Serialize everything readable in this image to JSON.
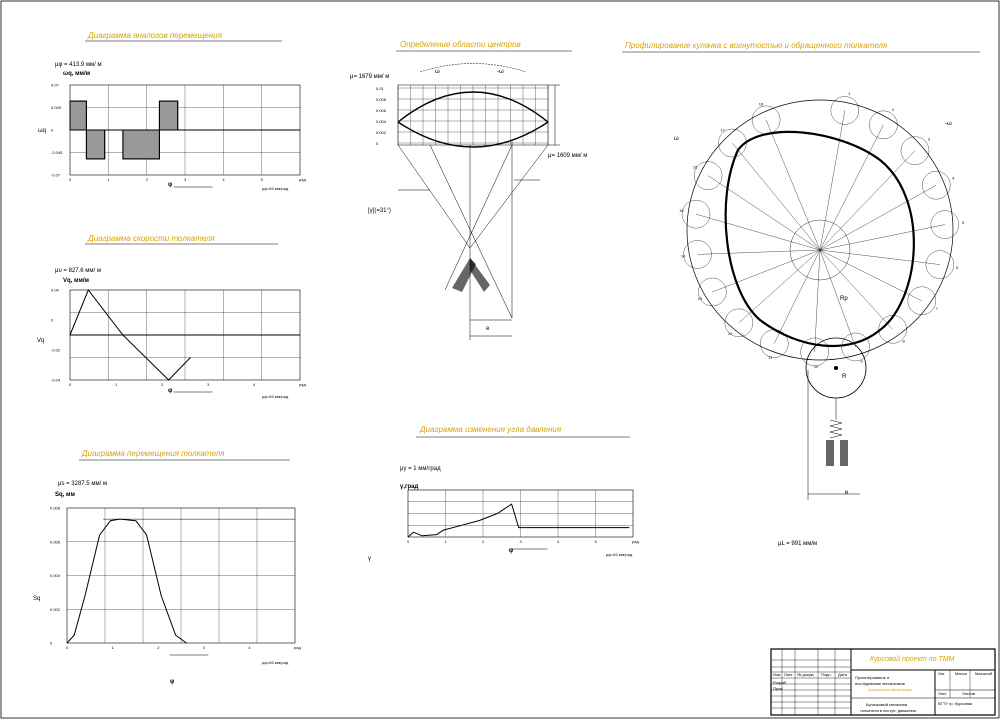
{
  "panels": {
    "analog": {
      "title": "Диаграмма аналогов перемещения",
      "mu": "μφ = 413.9  мм/ м",
      "unit": "ωq, мм/м",
      "yticks": [
        "0.07",
        "0.045",
        "0",
        "-0.045",
        "-0.07"
      ],
      "ylabel": "ωq",
      "xlabel": "φ",
      "xticks": [
        "0",
        "1",
        "2",
        "3",
        "4",
        "5",
        "рад"
      ],
      "muphi": "μφ=83 мм/рад"
    },
    "speed": {
      "title": "Диаграмма скорости толкателя",
      "mu": "μυ = 827.6  мм/ м",
      "unit": "Vq, мм/м",
      "yticks": [
        "0.04",
        "0",
        "-0.02",
        "-0.04"
      ],
      "ylabel": "Vq",
      "xlabel": "φ",
      "xticks": [
        "0",
        "1",
        "2",
        "3",
        "4",
        "рад"
      ],
      "muphi": "μφ=83 мм/рад"
    },
    "displacement": {
      "title": "Диаграмма перемещения толкателя",
      "mu": "μs = 3287.5 мм/ м",
      "unit": "Sq, мм",
      "yticks": [
        "0.008",
        "0.006",
        "0.004",
        "0.002",
        "0"
      ],
      "ylabel": "Sq",
      "xlabel": "φ",
      "xticks": [
        "0",
        "1",
        "2",
        "3",
        "4",
        "рад"
      ],
      "muphi": "μφ=83 мм/рад"
    },
    "center": {
      "title": "Определение области центров",
      "mu1": "μ= 1679  мм/ м",
      "mu2": "μ= 1609  мм/ м",
      "omega": "ω",
      "omega_neg": "-ω",
      "angle_label": "[γ](=31°)",
      "e_label": "e",
      "rows": [
        "0.01",
        "0.008",
        "0.006",
        "0.004",
        "0.002",
        "0"
      ]
    },
    "pressure": {
      "title": "Диаграмма изменения угла давления",
      "mu": "μγ = 1 мм/град",
      "unit": "γ,град",
      "ylabel": "γ",
      "xlabel": "φ",
      "xticks": [
        "0",
        "1",
        "2",
        "3",
        "4",
        "5",
        "рад"
      ],
      "muphi": "μφ=83 мм/рад"
    },
    "profile": {
      "title": "Профилирование кулачка с вогнутостью и обращенного толкателя",
      "omega": "ω",
      "omega_neg": "-ω",
      "mu": "μL = 991 мм/м",
      "e_label": "e",
      "numbers": [
        "1",
        "2",
        "3",
        "4",
        "5",
        "6",
        "7",
        "8",
        "9",
        "10",
        "11",
        "12",
        "13",
        "14",
        "15",
        "16",
        "17",
        "18"
      ],
      "r_label": "R",
      "rp_label": "Rp"
    }
  },
  "stamp": {
    "title": "Курсовой проект по ТММ",
    "subtitle1": "Проектирование и",
    "subtitle2": "исследование механизмов",
    "subtitle3": "кулачкового механизма",
    "sheet_title1": "Кулачковый механизм",
    "sheet_title2": "толкателя в поступ. движении",
    "org": "ВГТУ гр. Курсовая",
    "izm": "Изм",
    "list": "Лист",
    "doc": "№ докум.",
    "podp": "Подп.",
    "data": "Дата",
    "razrab": "Разраб",
    "prov": "Пров",
    "lit": "Лит",
    "massa": "Масса",
    "masht": "Масштаб",
    "listov": "Листов"
  },
  "chart_data": [
    {
      "type": "line",
      "name_key": "analog",
      "x": [
        0,
        0.45,
        0.45,
        0.95,
        0.95,
        1.45,
        1.45,
        2.45,
        2.45,
        2.95,
        2.95,
        3.45,
        3.45,
        6.2
      ],
      "y": [
        0.045,
        0.045,
        -0.045,
        -0.045,
        0,
        0,
        -0.045,
        -0.045,
        0.045,
        0.045,
        0,
        0,
        0,
        0
      ],
      "xlim": [
        0,
        6.3
      ],
      "ylim": [
        -0.07,
        0.07
      ],
      "grid": true
    },
    {
      "type": "line",
      "name_key": "speed",
      "x": [
        0,
        0.5,
        1.45,
        2.7,
        3.3
      ],
      "y": [
        0,
        0.04,
        0,
        -0.04,
        -0.02
      ],
      "xlim": [
        0,
        6.3
      ],
      "ylim": [
        -0.04,
        0.04
      ],
      "grid": true
    },
    {
      "type": "line",
      "name_key": "displacement",
      "x": [
        0,
        0.2,
        0.5,
        0.9,
        1.2,
        1.45,
        1.9,
        2.2,
        2.6,
        3.0,
        3.3
      ],
      "y": [
        0,
        0.0005,
        0.003,
        0.0068,
        0.0077,
        0.0078,
        0.0077,
        0.0068,
        0.003,
        0.0005,
        0
      ],
      "xlim": [
        0,
        6.3
      ],
      "ylim": [
        0,
        0.0085
      ],
      "grid": true
    },
    {
      "type": "line",
      "name_key": "pressure",
      "x": [
        0,
        0.15,
        0.4,
        0.8,
        1.0,
        1.5,
        2.0,
        2.5,
        2.9,
        3.1,
        3.5,
        6.2
      ],
      "y": [
        0,
        0.2,
        0.05,
        0.1,
        0.3,
        0.5,
        0.7,
        1.0,
        1.4,
        0.4,
        0.4,
        0.4
      ],
      "xlim": [
        0,
        6.3
      ],
      "ylim": [
        0,
        2
      ],
      "grid": true
    }
  ]
}
